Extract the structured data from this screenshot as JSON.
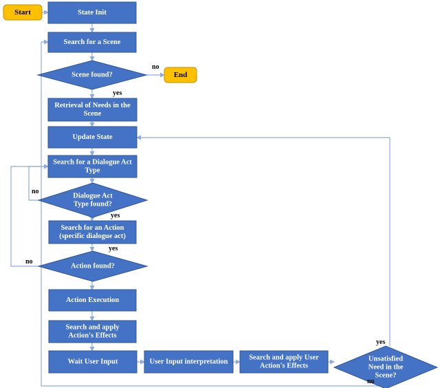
{
  "colors": {
    "process_fill": "#4472C4",
    "process_stroke": "#2F5597",
    "terminal_fill": "#FFC000",
    "terminal_stroke": "#C09000",
    "edge": "#8FAADC"
  },
  "nodes": [
    {
      "id": "start",
      "shape": "terminal",
      "lines": [
        "Start"
      ]
    },
    {
      "id": "end",
      "shape": "terminal",
      "lines": [
        "End"
      ]
    },
    {
      "id": "state-init",
      "shape": "rect",
      "lines": [
        "State Init"
      ]
    },
    {
      "id": "search-scene",
      "shape": "rect",
      "lines": [
        "Search for a Scene"
      ]
    },
    {
      "id": "scene-found",
      "shape": "diamond",
      "lines": [
        "Scene found?"
      ]
    },
    {
      "id": "retrieval-needs",
      "shape": "rect",
      "lines": [
        "Retrieval of Needs in the",
        "Scene"
      ]
    },
    {
      "id": "update-state",
      "shape": "rect",
      "lines": [
        "Update State"
      ]
    },
    {
      "id": "search-dialogue-act",
      "shape": "rect",
      "lines": [
        "Search for a Dialogue Act",
        "Type"
      ]
    },
    {
      "id": "dialogue-act-found",
      "shape": "diamond",
      "lines": [
        "Dialogue Act",
        "Type found?"
      ]
    },
    {
      "id": "search-action",
      "shape": "rect",
      "lines": [
        "Search for an Action",
        "(specific dialogue act)"
      ]
    },
    {
      "id": "action-found",
      "shape": "diamond",
      "lines": [
        "Action found?"
      ]
    },
    {
      "id": "action-execution",
      "shape": "rect",
      "lines": [
        "Action Execution"
      ]
    },
    {
      "id": "apply-action-effects",
      "shape": "rect",
      "lines": [
        "Search and apply",
        "Action's Effects"
      ]
    },
    {
      "id": "wait-user-input",
      "shape": "rect",
      "lines": [
        "Wait User Input"
      ]
    },
    {
      "id": "user-input-interpretation",
      "shape": "rect",
      "lines": [
        "User Input interpretation"
      ]
    },
    {
      "id": "apply-user-effects",
      "shape": "rect",
      "lines": [
        "Search and apply User",
        "Action's Effects"
      ]
    },
    {
      "id": "unsatisfied-need",
      "shape": "diamond",
      "lines": [
        "Unsatisfied",
        "Need in the",
        "Scene?"
      ]
    }
  ],
  "edge_labels": {
    "scene_no": "no",
    "scene_yes": "yes",
    "dialogue_no": "no",
    "dialogue_yes": "yes",
    "action_no": "no",
    "action_yes": "yes",
    "unsatisfied_yes": "yes",
    "unsatisfied_no": "no"
  }
}
